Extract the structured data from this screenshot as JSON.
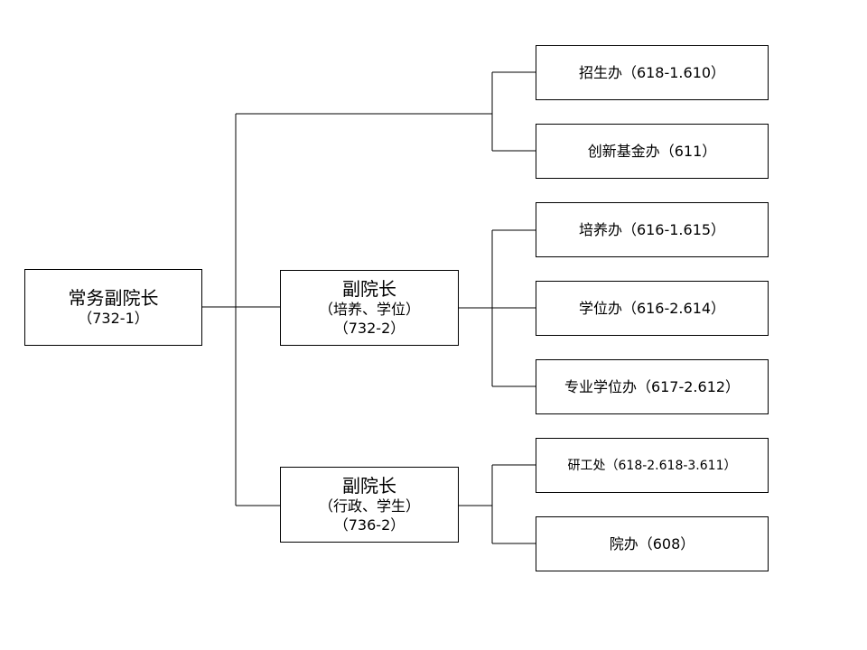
{
  "root": {
    "title": "常务副院长",
    "code": "（732-1）"
  },
  "vp_training": {
    "title": "副院长",
    "scope": "（培养、学位）",
    "code": "（732-2）"
  },
  "vp_admin": {
    "title": "副院长",
    "scope": "（行政、学生）",
    "code": "（736-2）"
  },
  "offices": {
    "admissions": "招生办（618-1.610）",
    "innovation_fund": "创新基金办（611）",
    "training": "培养办（616-1.615）",
    "degree": "学位办（616-2.614）",
    "professional_degree": "专业学位办（617-2.612）",
    "student_affairs": "研工处（618-2.618-3.611）",
    "dean_office": "院办（608）"
  }
}
